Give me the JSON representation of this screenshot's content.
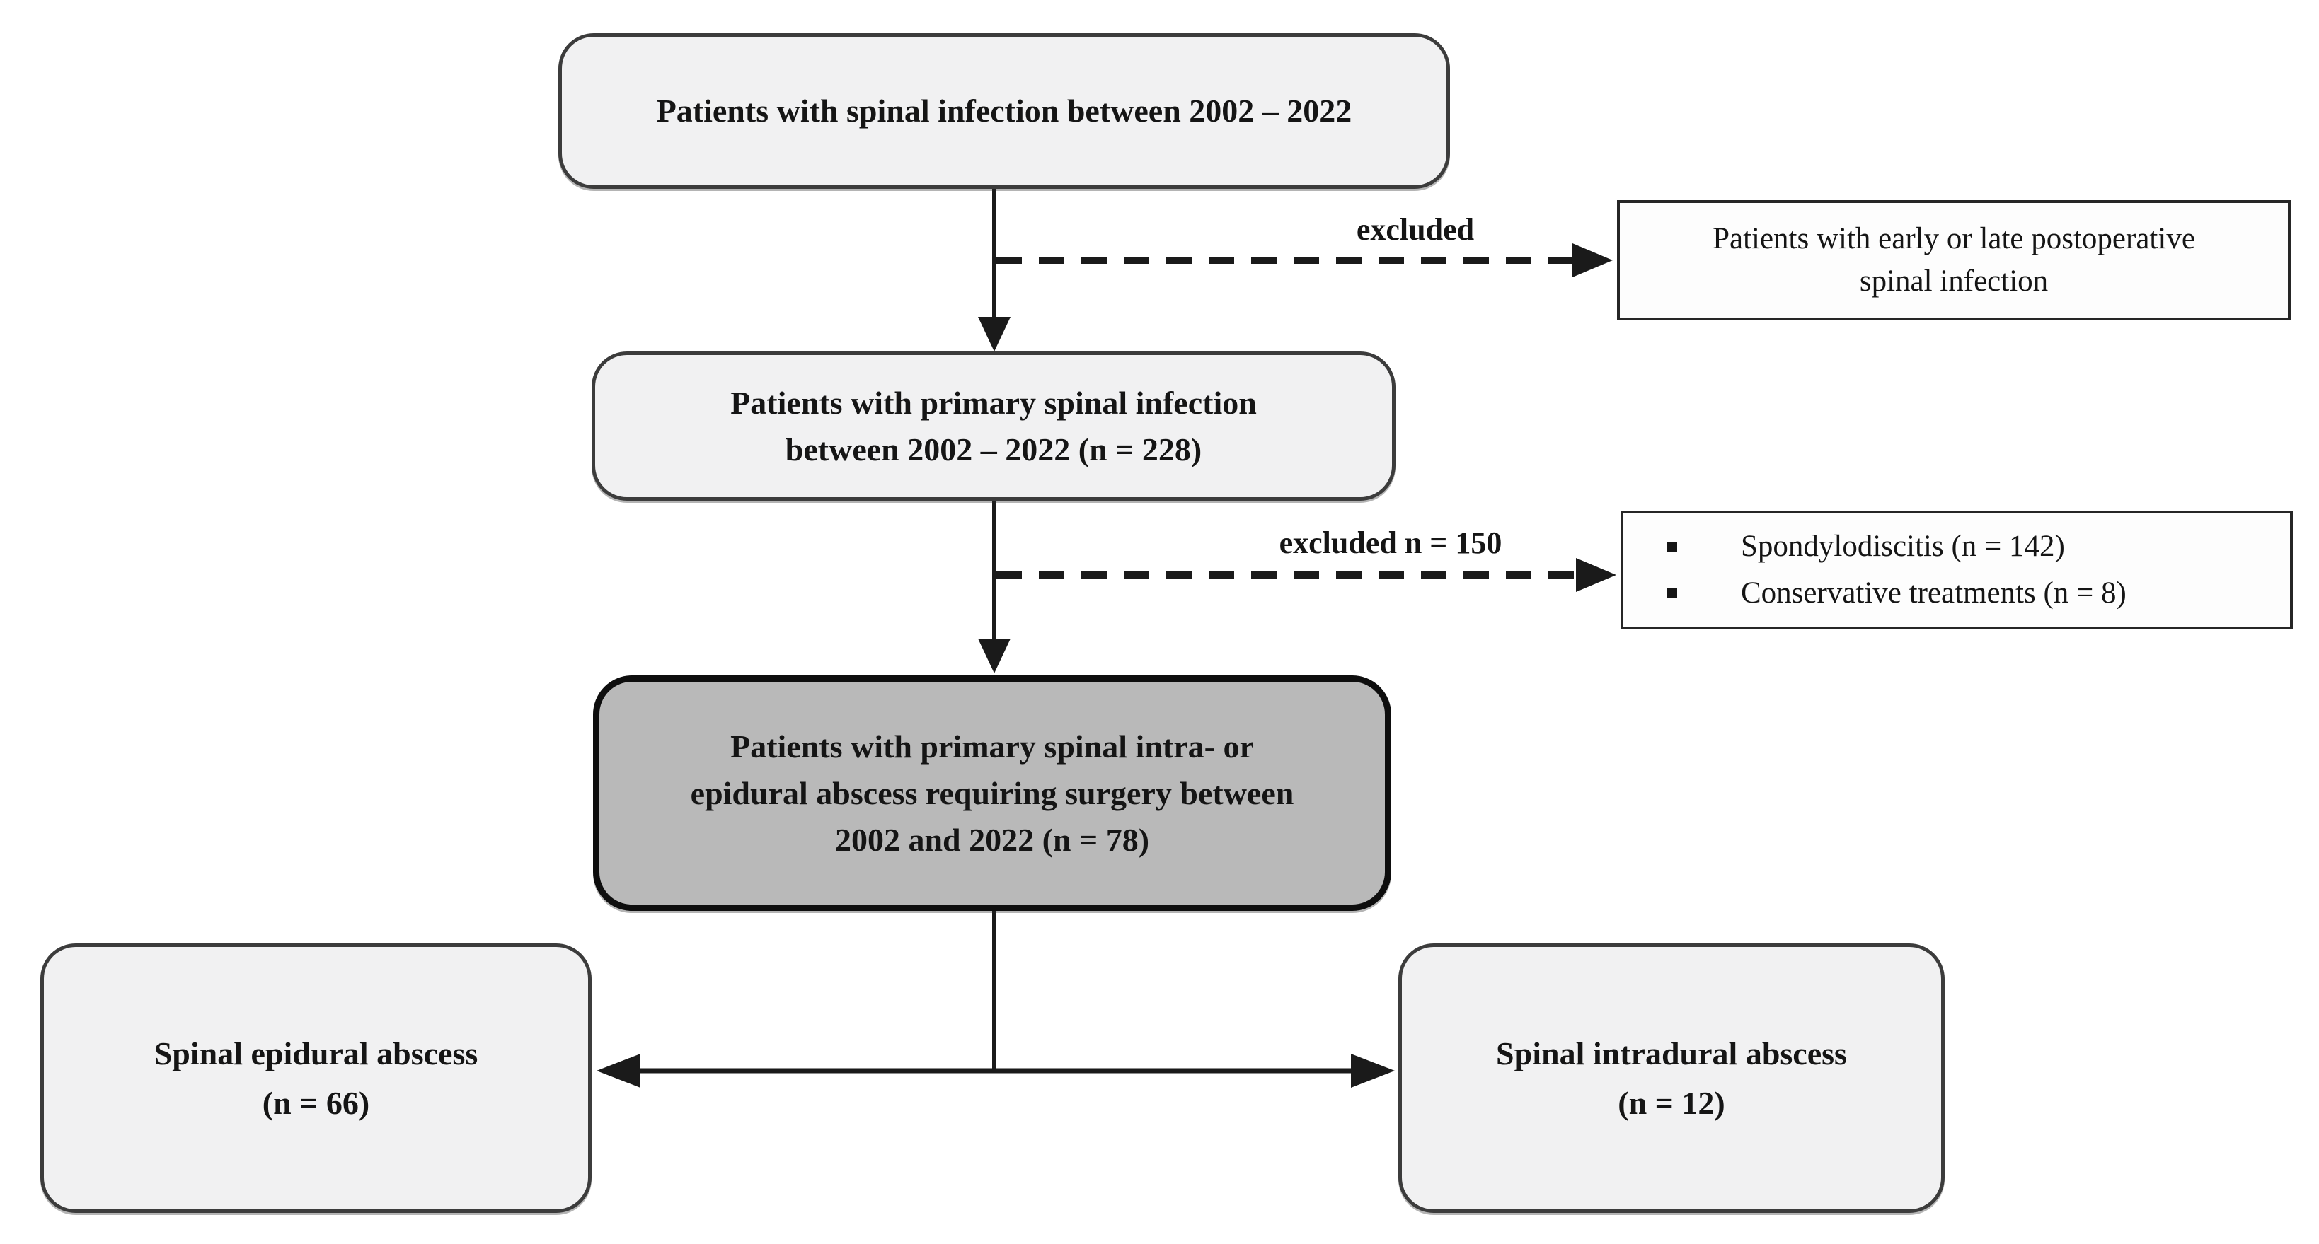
{
  "diagram": {
    "boxes": {
      "box_top": {
        "lines": [
          "Patients with spinal infection between 2002 – 2022"
        ]
      },
      "box_primary": {
        "lines": [
          "Patients with primary spinal infection",
          "between 2002 – 2022 (n = 228)"
        ]
      },
      "box_surgery": {
        "lines": [
          "Patients with primary spinal intra- or",
          "epidural abscess requiring surgery between",
          "2002 and 2022 (n = 78)"
        ]
      },
      "box_epidural": {
        "lines": [
          "Spinal epidural abscess",
          "(n = 66)"
        ]
      },
      "box_intradural": {
        "lines": [
          "Spinal intradural abscess",
          "(n = 12)"
        ]
      }
    },
    "exclusion1": {
      "label": "excluded",
      "lines": [
        "Patients with early or late postoperative",
        "spinal infection"
      ]
    },
    "exclusion2": {
      "label": "excluded n = 150",
      "items": [
        "Spondylodiscitis (n = 142)",
        "Conservative treatments (n = 8)"
      ]
    },
    "colors": {
      "light_box_fill": "#f1f1f2",
      "light_box_border": "#3c3c3c",
      "dark_box_fill": "#b9b9b9",
      "dark_box_border": "#0e0e0e",
      "exclusion_box_fill": "#fdfdfd",
      "exclusion_box_border": "#262626",
      "arrow_color": "#1a1a1a",
      "text_color": "#151515",
      "background": "#ffffff"
    }
  }
}
